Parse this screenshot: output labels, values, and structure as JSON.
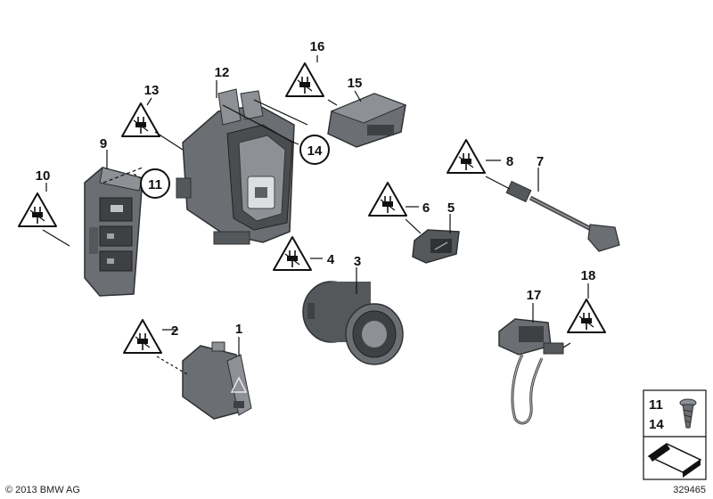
{
  "callouts": {
    "c1": "1",
    "c2": "2",
    "c3": "3",
    "c4": "4",
    "c5": "5",
    "c6": "6",
    "c7": "7",
    "c8": "8",
    "c9": "9",
    "c10": "10",
    "c11": "11",
    "c12": "12",
    "c13": "13",
    "c14": "14",
    "c15": "15",
    "c16": "16",
    "c17": "17",
    "c18": "18"
  },
  "legend": {
    "top": "11",
    "bottom": "14"
  },
  "footer": {
    "copyright": "© 2013 BMW AG",
    "diagram_number": "329465"
  },
  "colors": {
    "part_fill": "#6b6e72",
    "part_dark": "#3e4043",
    "part_light": "#a9acb0",
    "line": "#111111",
    "warning": "#ffffff"
  },
  "icons": [
    "esd-warning-icon",
    "screw-icon",
    "plug-connector-icon",
    "hazard-triangle-icon"
  ]
}
